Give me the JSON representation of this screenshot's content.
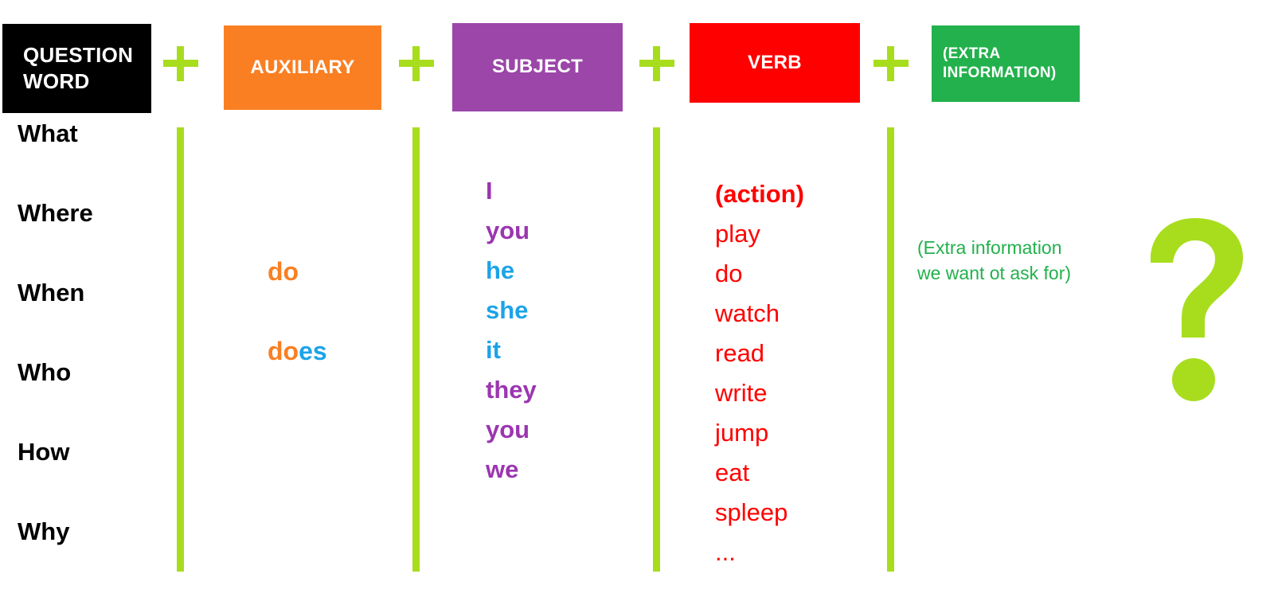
{
  "diagram": {
    "title": "English question structure formula",
    "formula_boxes": [
      {
        "id": "question-word",
        "lines": [
          "QUESTION",
          "WORD"
        ],
        "color": "#000000"
      },
      {
        "id": "auxiliary",
        "lines": [
          "AUXILIARY"
        ],
        "color": "#FA7F22"
      },
      {
        "id": "subject",
        "lines": [
          "SUBJECT"
        ],
        "color": "#9B46A8"
      },
      {
        "id": "verb",
        "lines": [
          "VERB"
        ],
        "color": "#FF0000"
      },
      {
        "id": "extra-information",
        "lines": [
          "(EXTRA",
          "INFORMATION)"
        ],
        "color": "#22B14C"
      }
    ],
    "operators": [
      "+",
      "+",
      "+",
      "+"
    ],
    "columns": {
      "question_words": {
        "items": [
          "What",
          "Where",
          "When",
          "Who",
          "How",
          "Why"
        ],
        "color": "#000000"
      },
      "auxiliaries": {
        "items": [
          {
            "stem": "do",
            "suffix": ""
          },
          {
            "stem": "do",
            "suffix": "es"
          }
        ],
        "stem_color": "#FA7F22",
        "suffix_color": "#1CA3E8"
      },
      "subjects": {
        "items": [
          {
            "text": "I",
            "color_name": "purple"
          },
          {
            "text": "you",
            "color_name": "purple"
          },
          {
            "text": "he",
            "color_name": "blue"
          },
          {
            "text": "she",
            "color_name": "blue"
          },
          {
            "text": "it",
            "color_name": "blue"
          },
          {
            "text": "they",
            "color_name": "purple"
          },
          {
            "text": "you",
            "color_name": "purple"
          },
          {
            "text": "we",
            "color_name": "purple"
          }
        ],
        "purple": "#9B36B0",
        "blue": "#1CA3E8"
      },
      "verbs": {
        "items": [
          "(action)",
          "play",
          "do",
          "watch",
          "read",
          "write",
          "jump",
          "eat",
          "spleep",
          "..."
        ],
        "color": "#FF0000"
      },
      "extra_information": {
        "lines": [
          "(Extra information",
          "we want ot ask for)"
        ],
        "color": "#22B14C"
      }
    },
    "question_mark": {
      "glyph": "?",
      "color": "#A8DD1E"
    },
    "accent_color": "#A8DD1E"
  }
}
